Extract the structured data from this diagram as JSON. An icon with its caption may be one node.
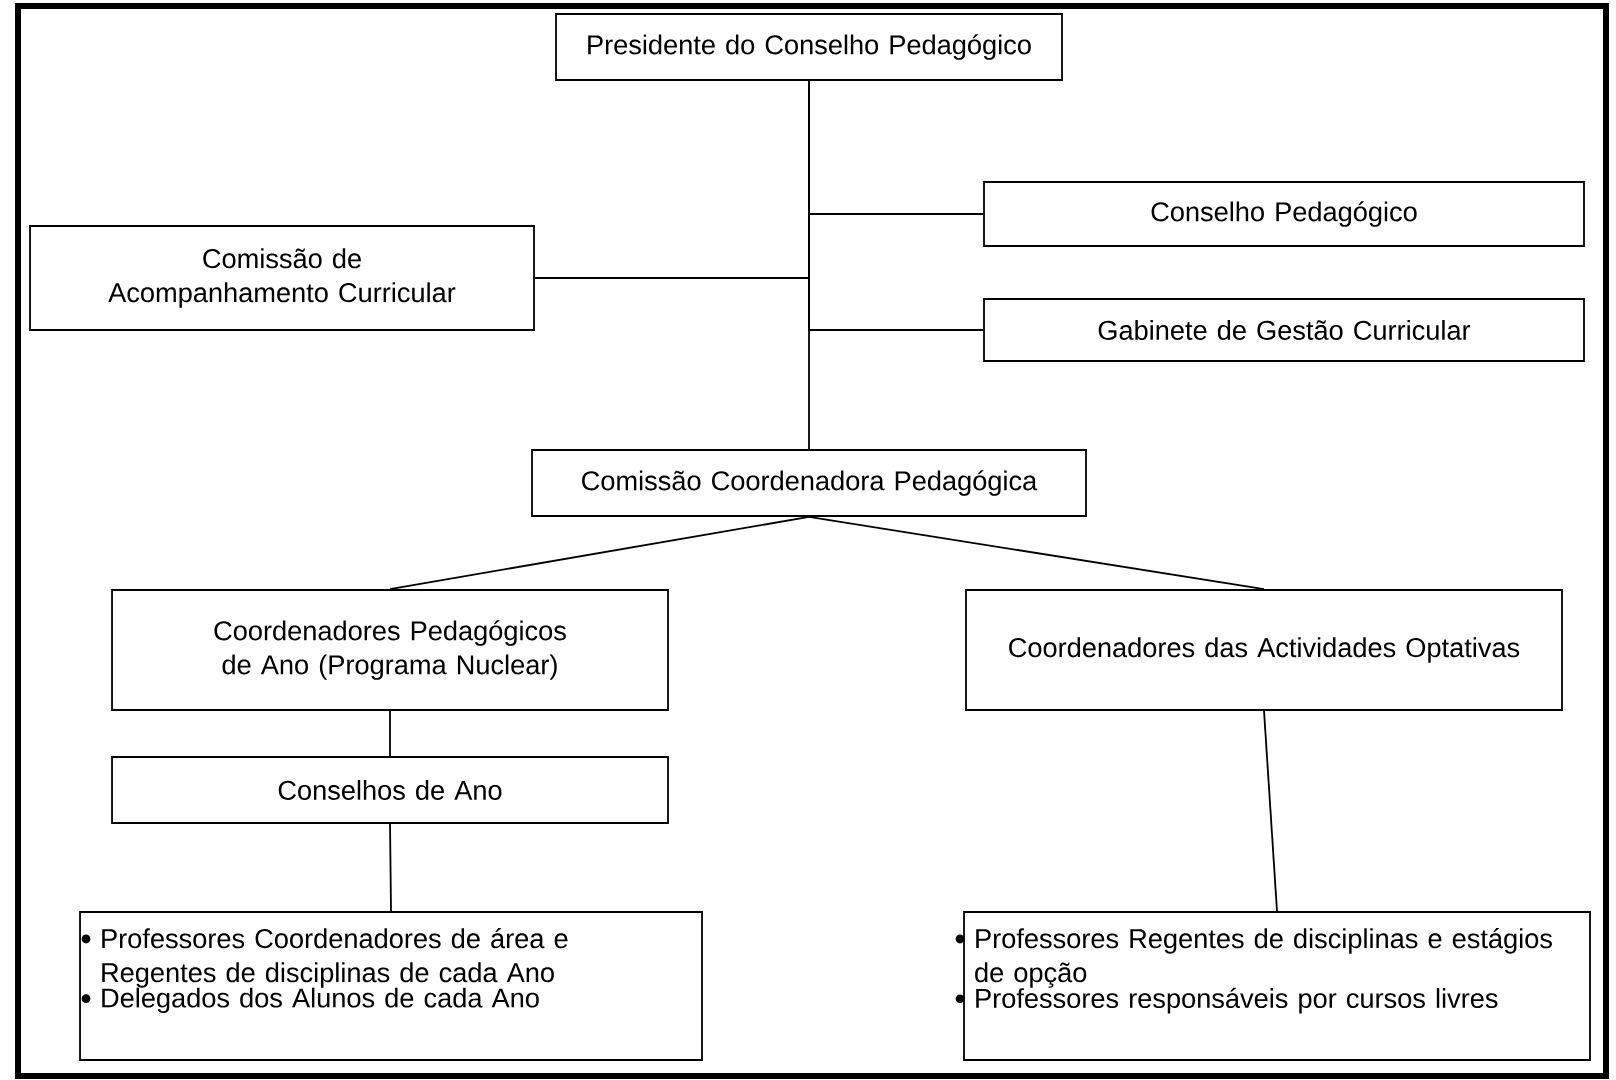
{
  "diagram": {
    "nodes": [
      {
        "text": [
          "Presidente do Conselho Pedagógico"
        ]
      },
      {
        "text": [
          "Comissão de Acompanhamento Curricular"
        ]
      },
      {
        "text": [
          "Conselho Pedagógico"
        ]
      },
      {
        "text": [
          "Gabinete de Gestão Curricular"
        ]
      },
      {
        "text": [
          "Comissão Coordenadora Pedagógica"
        ]
      },
      {
        "text": [
          "Coordenadores Pedagógicos de Ano (Programa Nuclear)"
        ]
      },
      {
        "text": [
          "Coordenadores das Actividades Optativas"
        ]
      },
      {
        "text": [
          "Conselhos de Ano"
        ]
      },
      {
        "text": [
          "Professores Coordenadores de área e Regentes de disciplinas de cada Ano",
          "Delegados dos Alunos de cada Ano"
        ]
      },
      {
        "text": [
          "Professores Regentes de disciplinas e estágios de opção",
          "Professores responsáveis por cursos livres"
        ]
      }
    ],
    "edges": [
      {
        "from": 0,
        "to": 4,
        "arrow": "none"
      },
      {
        "from": 0,
        "to": 2,
        "arrow": "none"
      },
      {
        "from": 0,
        "to": 1,
        "arrow": "none"
      },
      {
        "from": 0,
        "to": 3,
        "arrow": "none"
      },
      {
        "from": 4,
        "to": 5,
        "arrow": "none"
      },
      {
        "from": 4,
        "to": 6,
        "arrow": "none"
      },
      {
        "from": 5,
        "to": 7,
        "arrow": "none"
      },
      {
        "from": 7,
        "to": 8,
        "arrow": "none"
      },
      {
        "from": 6,
        "to": 9,
        "arrow": "none"
      }
    ]
  }
}
